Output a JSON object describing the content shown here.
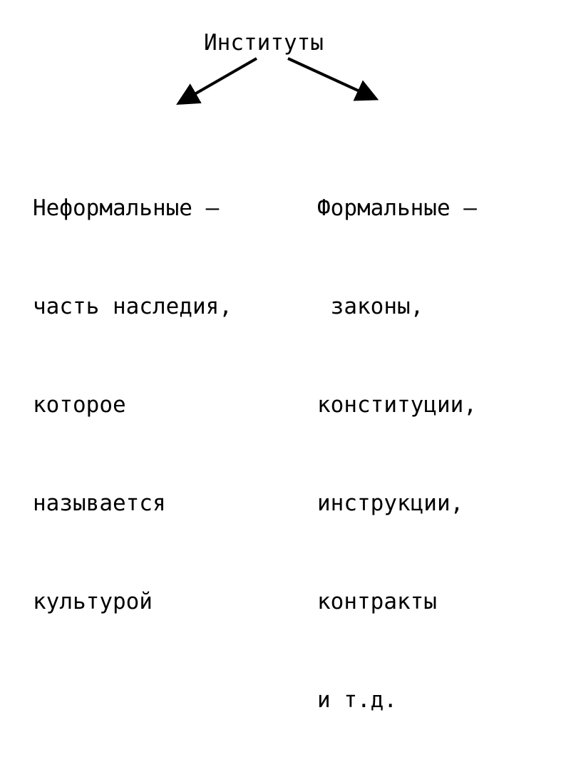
{
  "diagram": {
    "title": "Институты",
    "left": {
      "lines": [
        "Неформальные –",
        "часть наследия,",
        "которое",
        "называется",
        "культурой"
      ]
    },
    "right": {
      "lines": [
        "Формальные –",
        " законы,",
        "конституции,",
        "инструкции,",
        "контракты",
        "и т.д."
      ]
    },
    "arrow_color": "#000000"
  }
}
